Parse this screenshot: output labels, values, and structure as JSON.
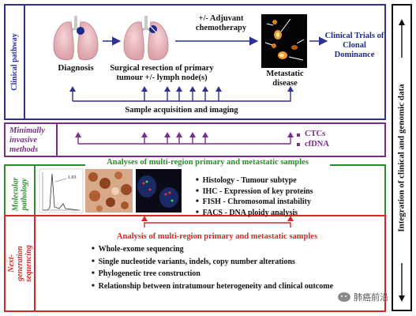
{
  "colors": {
    "clinical": "#2e3192",
    "minimal": "#7b2d8e",
    "molecular": "#2e8b2e",
    "ngs": "#d62828",
    "integration": "#111111"
  },
  "clinical": {
    "label": "Clinical pathway",
    "diagnosis": "Diagnosis",
    "surgery": "Surgical resection of primary tumour +/- lymph node(s)",
    "adjuvant": "+/- Adjuvant chemotherapy",
    "metastatic": "Metastatic disease",
    "trials": "Clinical Trials of Clonal Dominance",
    "sample": "Sample acquisition and imaging"
  },
  "minimal": {
    "label": "Minimally invasive methods",
    "items": [
      "CTCs",
      "cfDNA"
    ]
  },
  "molecular": {
    "label": "Molecular pathology",
    "heading": "Analyses of multi-region primary and metastatic samples",
    "histogram_label": "1.03",
    "items": [
      "Histology - Tumour subtype",
      "IHC - Expression of key proteins",
      "FISH - Chromosomal instability",
      "FACS - DNA ploidy analysis"
    ]
  },
  "ngs": {
    "label": "Next-generation sequencing",
    "heading": "Analysis of multi-region primary and metastatic samples",
    "items": [
      "Whole-exome sequencing",
      "Single nucleotide variants, indels, copy number alterations",
      "Phylogenetic tree construction",
      "Relationship between intratumour heterogeneity and clinical outcome"
    ]
  },
  "integration": {
    "label": "Integration of clinical and genomic data"
  },
  "watermark": {
    "text": "肺癌前沿"
  }
}
